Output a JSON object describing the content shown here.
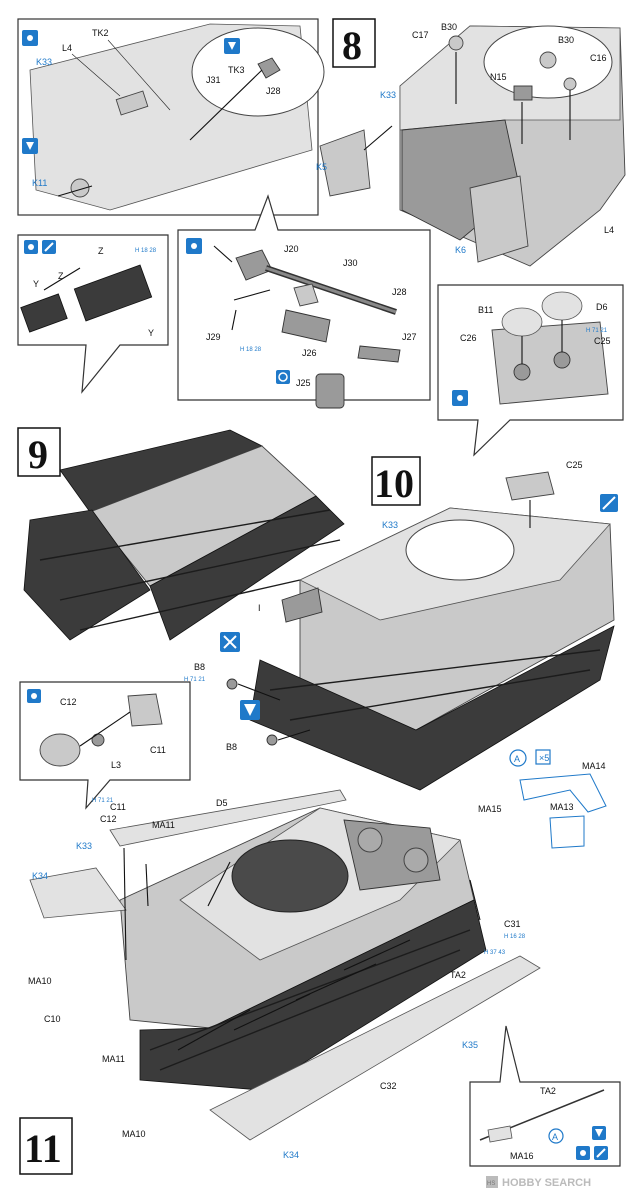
{
  "steps": {
    "s8": "8",
    "s9": "9",
    "s10": "10",
    "s11": "11"
  },
  "step8": {
    "inset_labels": [
      "L4",
      "TK2",
      "K33",
      "J31",
      "TK3",
      "J28",
      "K11"
    ],
    "main_labels": [
      "C17",
      "B30",
      "B30",
      "C16",
      "K33",
      "N15",
      "K5",
      "K6",
      "L4"
    ]
  },
  "sub_tracks": {
    "labels": [
      "Z",
      "Y",
      "Z",
      "Y"
    ],
    "runner_prefix": "H",
    "runner_a": "18",
    "runner_b": "28"
  },
  "sub_gun": {
    "labels": [
      "J20",
      "J30",
      "J28",
      "J29",
      "J26",
      "J27",
      "J25"
    ],
    "runner_prefix": "H",
    "runner_a": "18",
    "runner_b": "28"
  },
  "sub_hatch": {
    "labels": [
      "B11",
      "D6",
      "C26",
      "C25"
    ],
    "runner_prefix": "H",
    "runner_a": "71",
    "runner_b": "21"
  },
  "step10": {
    "labels": [
      "C25",
      "K33",
      "I",
      "B8",
      "B8"
    ],
    "runner_prefix": "H",
    "runner_a": "71",
    "runner_b": "21"
  },
  "sub_light": {
    "labels": [
      "C12",
      "C11",
      "L3"
    ]
  },
  "step11": {
    "labels": [
      "C11",
      "C12",
      "D5",
      "MA11",
      "K33",
      "K34",
      "MA10",
      "C10",
      "MA11",
      "MA10",
      "K34",
      "C32",
      "K35",
      "TA2",
      "C31"
    ],
    "runner_c": {
      "prefix": "H",
      "a": "71",
      "b": "21"
    },
    "runner_d": {
      "prefix": "H",
      "a": "16",
      "b": "28"
    },
    "runner_e": {
      "prefix": "H",
      "a": "37",
      "b": "43"
    }
  },
  "etch_a": {
    "marker": "A",
    "qty": "5",
    "labels": [
      "MA14",
      "MA15",
      "MA13"
    ]
  },
  "detail_ta2": {
    "labels": [
      "TA2",
      "MA16"
    ],
    "marker": "A"
  },
  "watermark": {
    "brand": "HOBBY SEARCH",
    "badge": "HS"
  },
  "colors": {
    "accent_blue": "#1f79c9",
    "line": "#222222",
    "part_gray": "#c9c9c9"
  },
  "icons": [
    "glue-icon",
    "cement-icon",
    "paint-icon",
    "flip-icon",
    "pe-part-icon",
    "do-not-glue-icon"
  ]
}
